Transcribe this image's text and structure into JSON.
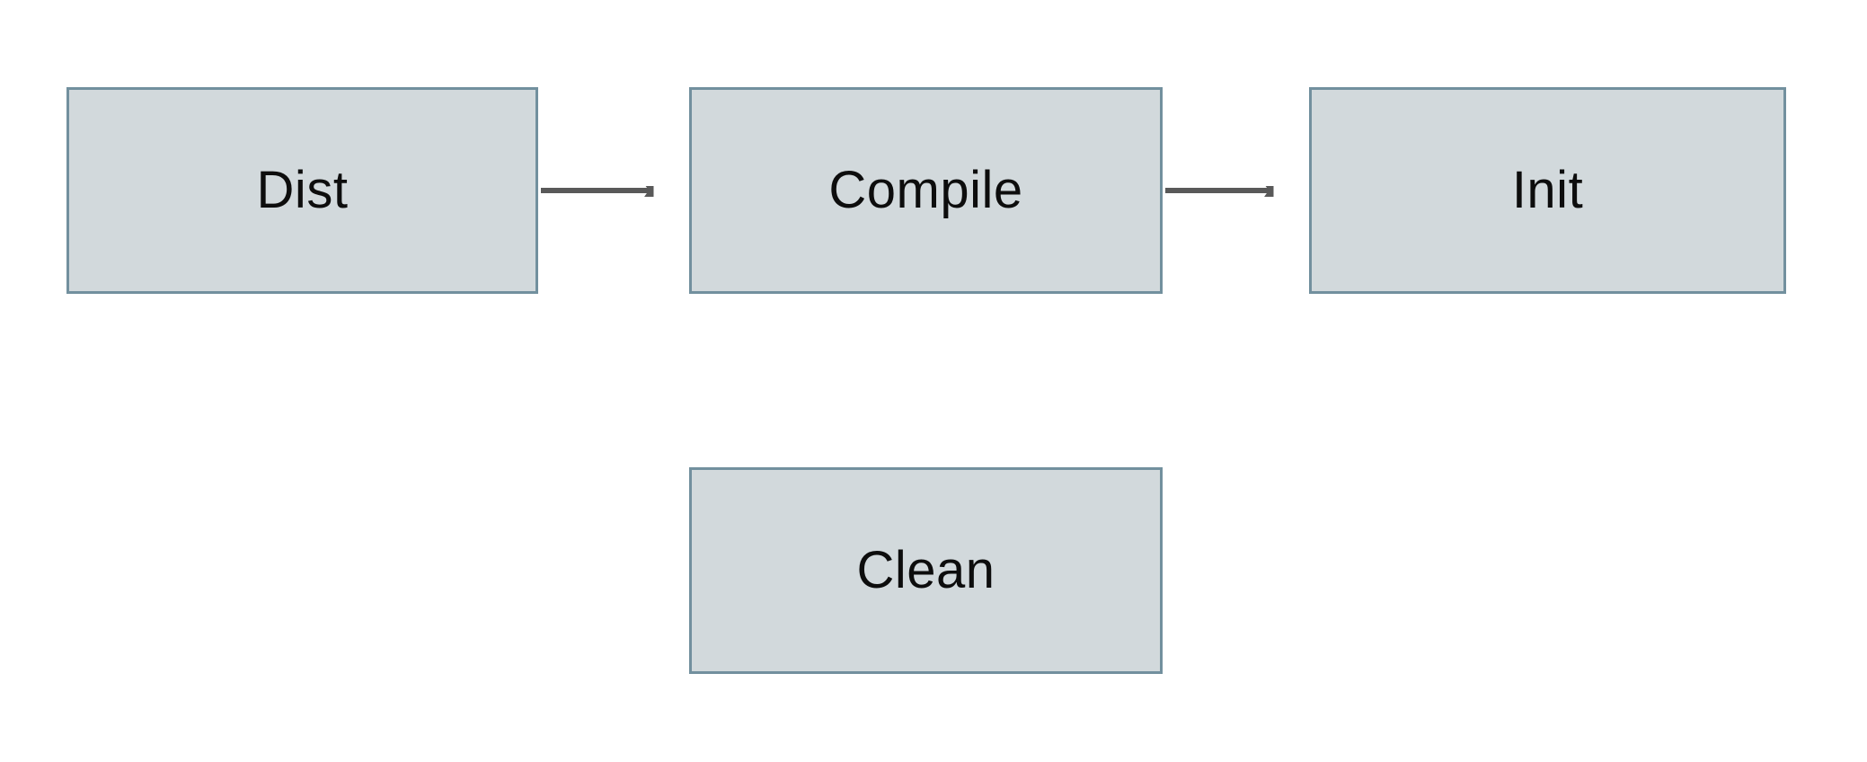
{
  "diagram": {
    "title": "build-tasks-flowchart",
    "nodes": [
      {
        "id": "dist",
        "label": "Dist"
      },
      {
        "id": "compile",
        "label": "Compile"
      },
      {
        "id": "init",
        "label": "Init"
      },
      {
        "id": "clean",
        "label": "Clean"
      }
    ],
    "edges": [
      {
        "from": "dist",
        "to": "compile",
        "style": "arrow-right"
      },
      {
        "from": "compile",
        "to": "init",
        "style": "arrow-right"
      }
    ],
    "colors": {
      "node_fill": "#d2d9dc",
      "node_border": "#72909e",
      "arrow": "#595959",
      "text": "#0d0d0d",
      "background": "#ffffff"
    }
  }
}
